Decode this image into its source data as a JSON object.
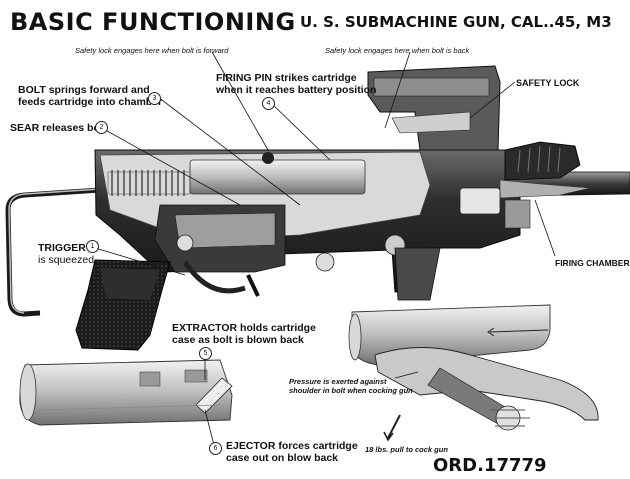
{
  "header": {
    "title": "BASIC FUNCTIONING",
    "subtitle": "U. S. SUBMACHINE GUN, CAL..45, M3"
  },
  "callouts": {
    "bolt": {
      "num": "3",
      "line1": "BOLT springs forward and",
      "line2": "feeds cartridge into chamber"
    },
    "sear": {
      "num": "2",
      "line1": "SEAR releases bolt"
    },
    "trigger": {
      "num": "1",
      "line1": "TRIGGER",
      "line2": "is squeezed"
    },
    "firing_pin": {
      "num": "4",
      "line1": "FIRING PIN strikes cartridge",
      "line2": "when it reaches battery position"
    },
    "safety_lock": {
      "line1": "SAFETY LOCK"
    },
    "firing_chamber": {
      "line1": "FIRING CHAMBER"
    },
    "extractor": {
      "num": "5",
      "line1": "EXTRACTOR holds cartridge",
      "line2": "case as bolt is blown back"
    },
    "ejector": {
      "num": "6",
      "line1": "EJECTOR forces cartridge",
      "line2": "case out on blow back"
    }
  },
  "notes": {
    "safety_forward": "Safety lock engages here when bolt is forward",
    "safety_back": "Safety lock engages here when bolt is back",
    "pressure_line1": "Pressure is exerted against",
    "pressure_line2": "shoulder in bolt when cocking gun",
    "pull": "18 lbs. pull to cock gun"
  },
  "footer": {
    "ord": "ORD.17779"
  },
  "colors": {
    "ink": "#111111",
    "metal_dark": "#3a3a3a",
    "metal_mid": "#8a8a8a",
    "metal_light": "#cfcfcf",
    "paper": "#ffffff"
  }
}
